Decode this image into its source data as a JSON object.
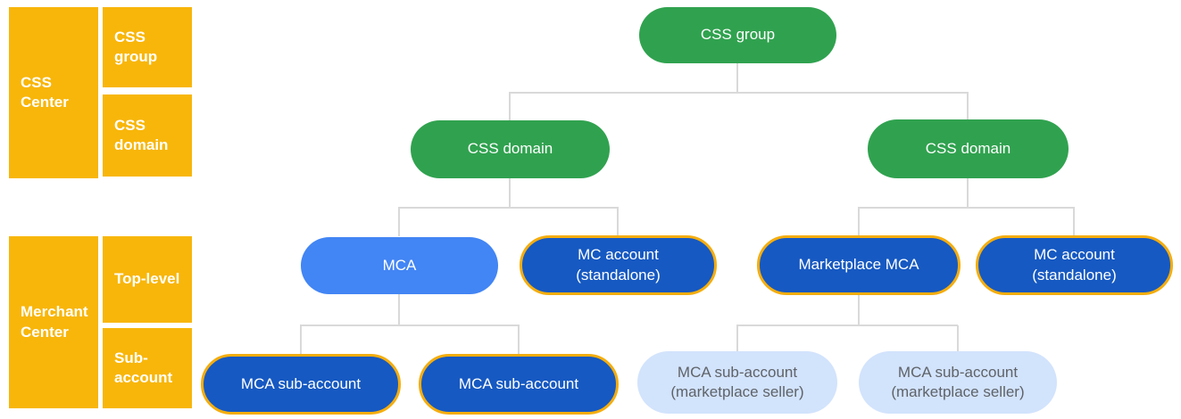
{
  "legend": {
    "groups": [
      {
        "label": "CSS Center",
        "items": [
          {
            "label": "CSS group"
          },
          {
            "label": "CSS domain"
          }
        ]
      },
      {
        "label": "Merchant Center",
        "items": [
          {
            "label": "Top-level"
          },
          {
            "label": "Sub-account"
          }
        ]
      }
    ]
  },
  "tree": {
    "root": {
      "label": "CSS group",
      "level": "CSS group"
    },
    "nodes": {
      "css_domain_left": {
        "label": "CSS domain",
        "level": "CSS domain",
        "parent": "CSS group"
      },
      "css_domain_right": {
        "label": "CSS domain",
        "level": "CSS domain",
        "parent": "CSS group"
      },
      "mca": {
        "label": "MCA",
        "level": "Top-level",
        "parent": "CSS domain (left)"
      },
      "mc_standalone_left": {
        "label": "MC account (standalone)",
        "level": "Top-level",
        "parent": "CSS domain (left)"
      },
      "marketplace_mca": {
        "label": "Marketplace MCA",
        "level": "Top-level",
        "parent": "CSS domain (right)"
      },
      "mc_standalone_right": {
        "label": "MC account (standalone)",
        "level": "Top-level",
        "parent": "CSS domain (right)"
      },
      "mca_sub_1": {
        "label": "MCA sub-account",
        "level": "Sub-account",
        "parent": "MCA"
      },
      "mca_sub_2": {
        "label": "MCA sub-account",
        "level": "Sub-account",
        "parent": "MCA"
      },
      "mca_sub_seller_1": {
        "label": "MCA sub-account (marketplace seller)",
        "level": "Sub-account",
        "parent": "Marketplace MCA"
      },
      "mca_sub_seller_2": {
        "label": "MCA sub-account (marketplace seller)",
        "level": "Sub-account",
        "parent": "Marketplace MCA"
      }
    }
  },
  "colors": {
    "legend_yellow": "#F8B60A",
    "node_green": "#30A24F",
    "node_blue": "#4285F4",
    "node_dark_blue": "#1659C2",
    "node_pale_blue": "#D2E3FC",
    "gold_border": "#F4AD0E",
    "connector_gray": "#D9D9D9",
    "text_white": "#FFFFFF",
    "text_gray": "#5F6368"
  }
}
